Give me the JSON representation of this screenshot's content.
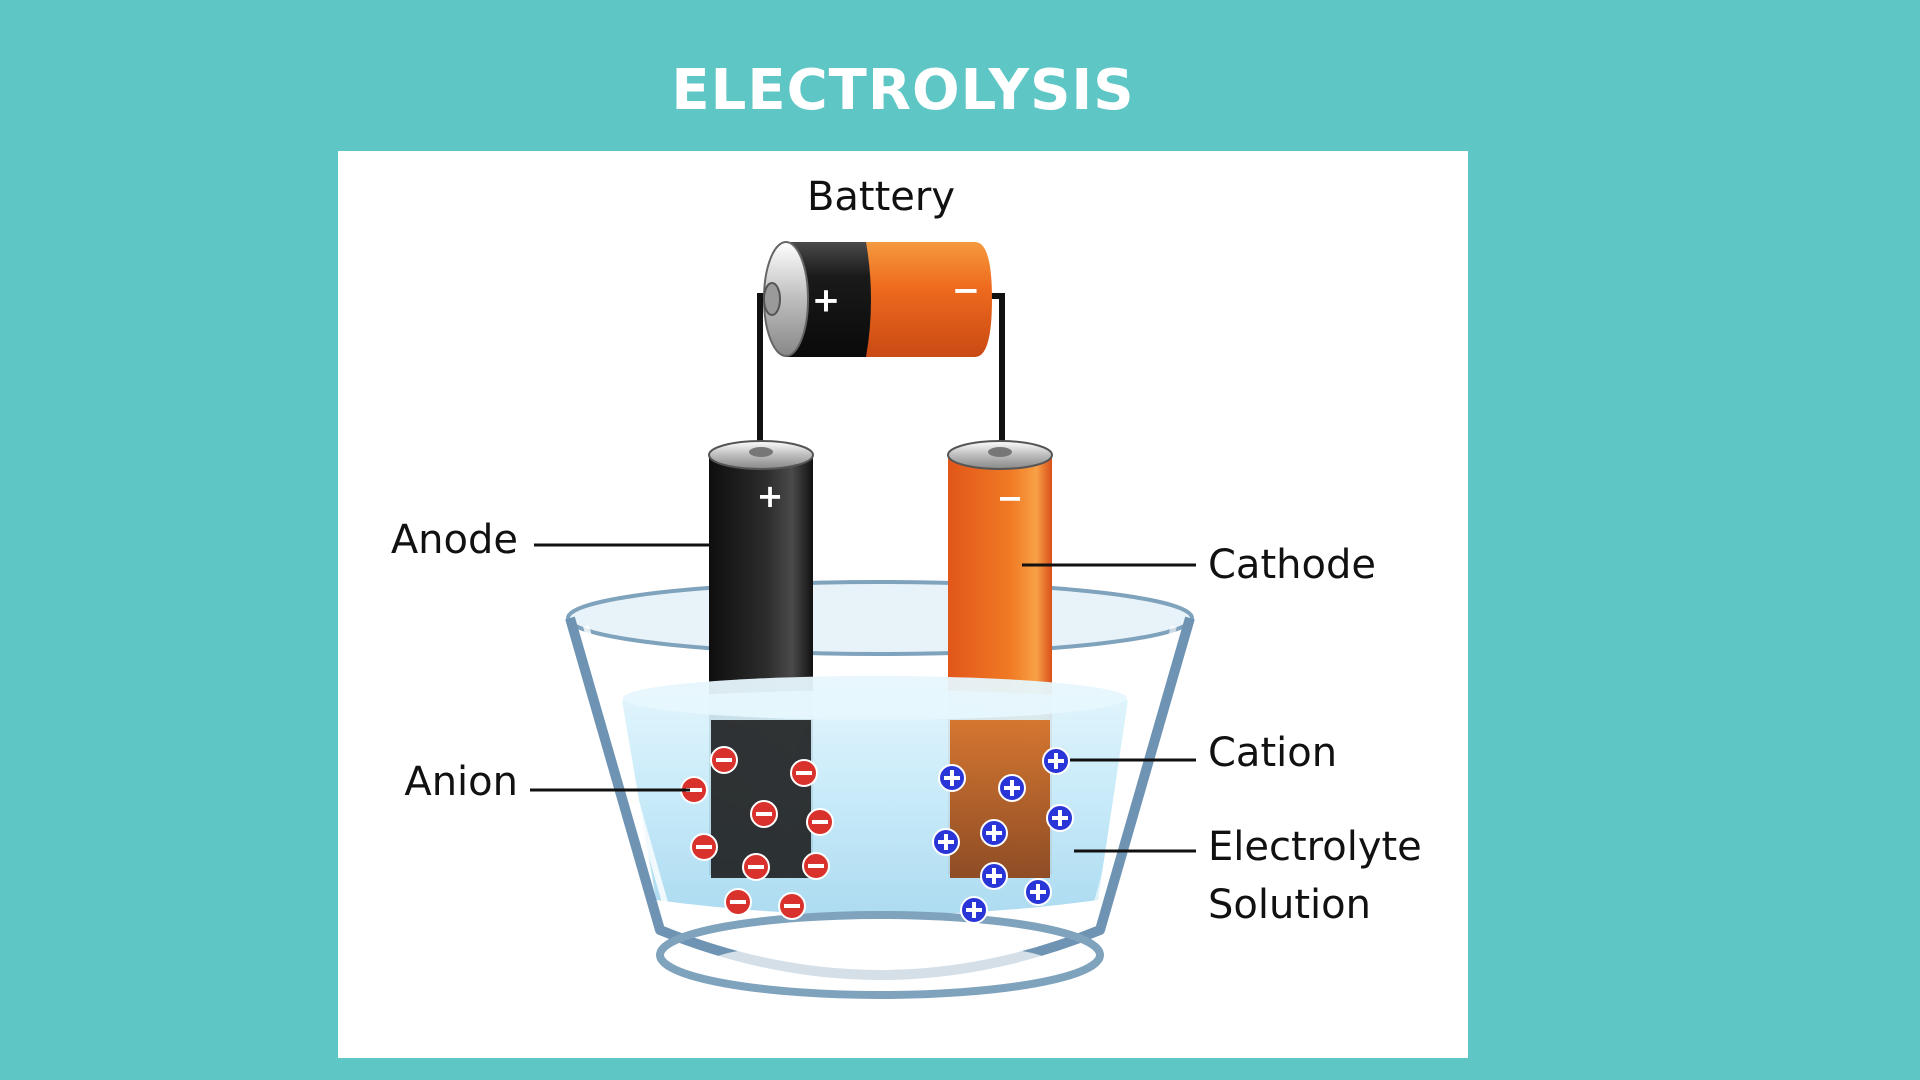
{
  "title": "ELECTROLYSIS",
  "labels": {
    "battery": "Battery",
    "anode": "Anode",
    "cathode": "Cathode",
    "anion": "Anion",
    "cation": "Cation",
    "electrolyte_line1": "Electrolyte",
    "electrolyte_line2": "Solution"
  },
  "signs": {
    "plus": "+",
    "minus": "−"
  },
  "colors": {
    "background": "#5ec7c5",
    "panel": "#ffffff",
    "anode": "#1c1c1c",
    "cathode": "#ee6a1e",
    "anion_ion": "#d9312b",
    "cation_ion": "#2a35d8",
    "solution": "#cfeefb"
  }
}
